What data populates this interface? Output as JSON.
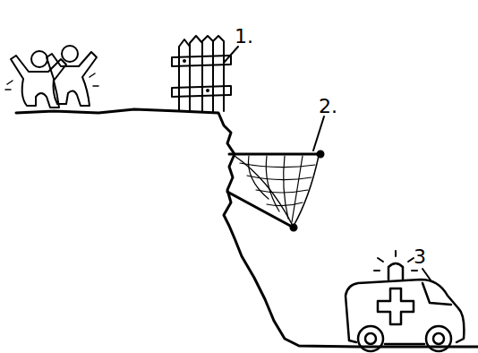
{
  "diagram": {
    "labels": [
      "1.",
      "2.",
      "3"
    ]
  }
}
